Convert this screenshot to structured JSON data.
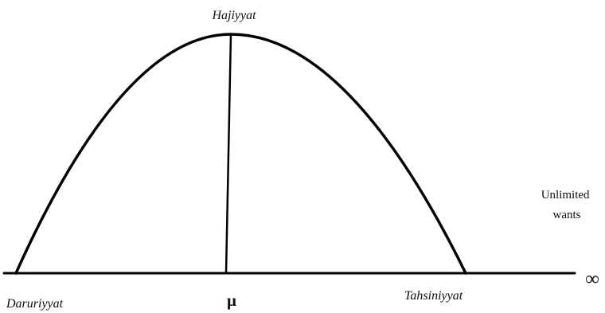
{
  "labels": {
    "top": "Hajiyyat",
    "left": "Daruriyyat",
    "center": "μ",
    "right": "Tahsiniyyat",
    "side": [
      "Unlimited",
      "wants"
    ],
    "infinity": "∞"
  },
  "colors": {
    "stroke": "#000000",
    "background": "#ffffff"
  }
}
